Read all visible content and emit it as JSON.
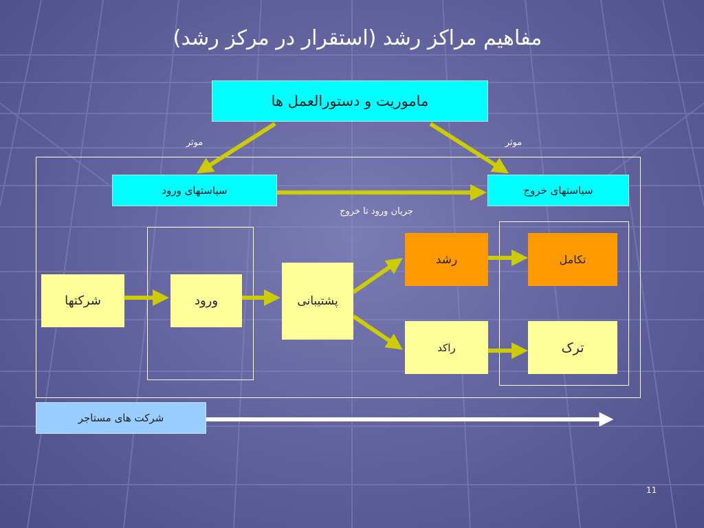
{
  "slide": {
    "title": "مفاهیم مراکز رشد (استقرار در مرکز رشد)",
    "page_number": "11"
  },
  "boxes": {
    "mission": "ماموریت و دستورالعمل ها",
    "entry_policies": "سیاستهای ورود",
    "exit_policies": "سیاستهای خروج",
    "companies": "شرکتها",
    "entry": "ورود",
    "support": "پشتیبانی",
    "growth": "رشد",
    "stagnant": "راکد",
    "maturity": "تکامل",
    "leave": "ترک",
    "tenant_companies": "شرکت های مستاجر"
  },
  "labels": {
    "effective_left": "موثر",
    "effective_right": "موثر",
    "entry_exit_flow": "جریان ورود تا خروج"
  },
  "colors": {
    "arrow": "#cccc00",
    "cyan": "#00ffff",
    "yellow": "#ffff99",
    "orange": "#ff9900",
    "light_blue": "#99ccff"
  }
}
